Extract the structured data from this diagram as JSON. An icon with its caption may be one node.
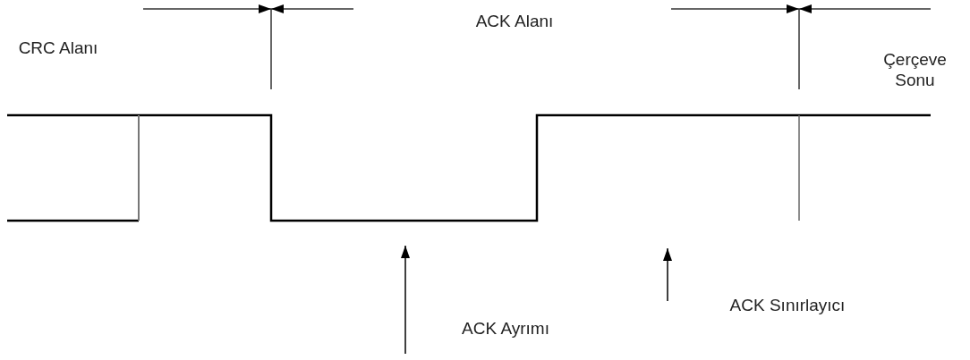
{
  "diagram": {
    "labels": [
      "CRC Alanı",
      "ACK Alanı",
      "Çerçeve Sonu",
      "ACK Ayrımı",
      "ACK Sınırlayıcı"
    ]
  }
}
